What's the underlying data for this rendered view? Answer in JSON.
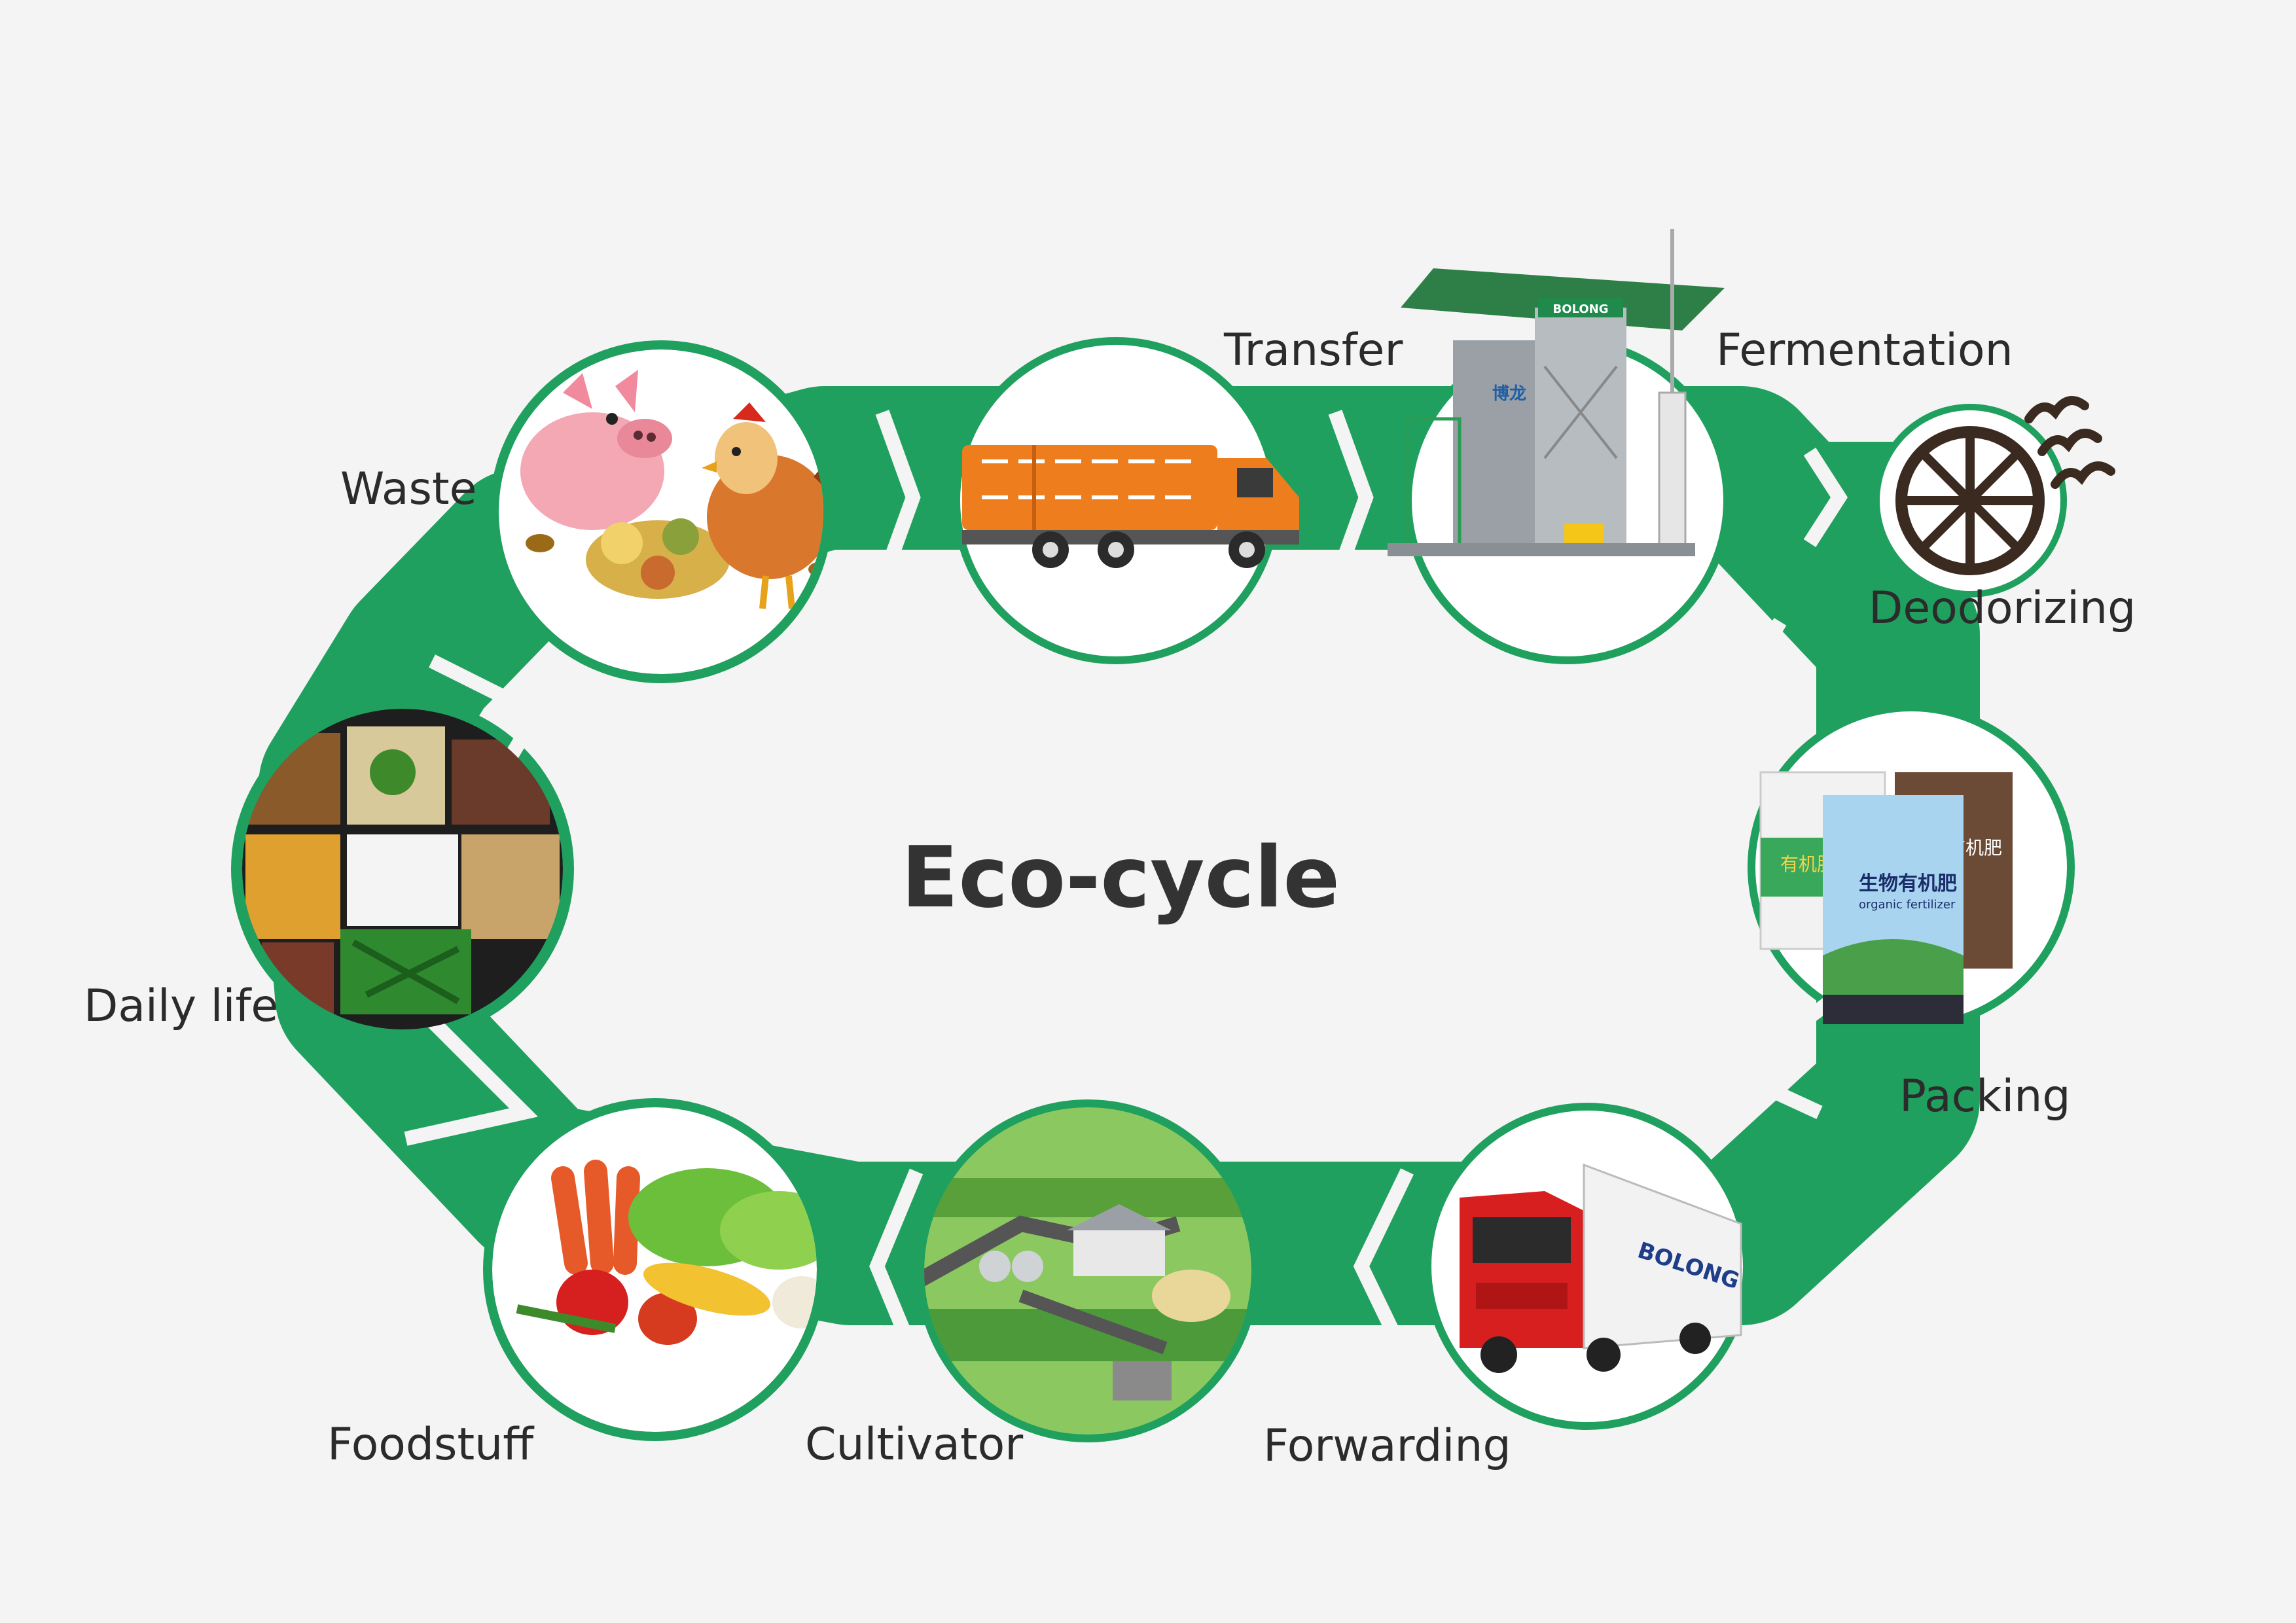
{
  "title": "Eco-cycle",
  "colors": {
    "ring": "#20a05e",
    "background": "#f4f4f4",
    "gap": "#f4f4f4"
  },
  "steps": [
    {
      "label": "Waste",
      "icon": "pig-chicken-food-waste-icon"
    },
    {
      "label": "Transfer",
      "icon": "garbage-truck-icon"
    },
    {
      "label": "Fermentation",
      "icon": "fermentation-tank-icon"
    },
    {
      "label": "Deodorizing",
      "icon": "deodorizer-fan-icon"
    },
    {
      "label": "Packing",
      "icon": "fertilizer-bags-icon"
    },
    {
      "label": "Forwarding",
      "icon": "delivery-truck-icon"
    },
    {
      "label": "Cultivator",
      "icon": "farm-landscape-icon"
    },
    {
      "label": "Foodstuff",
      "icon": "vegetables-icon"
    },
    {
      "label": "Daily life",
      "icon": "meal-trays-icon"
    }
  ],
  "brand": {
    "name": "BOLONG",
    "cn": "博龙",
    "bag_text": "生物有机肥",
    "bag_sub": "organic fertilizer",
    "bag_left": "有机肥",
    "bag_right": "有机肥"
  }
}
